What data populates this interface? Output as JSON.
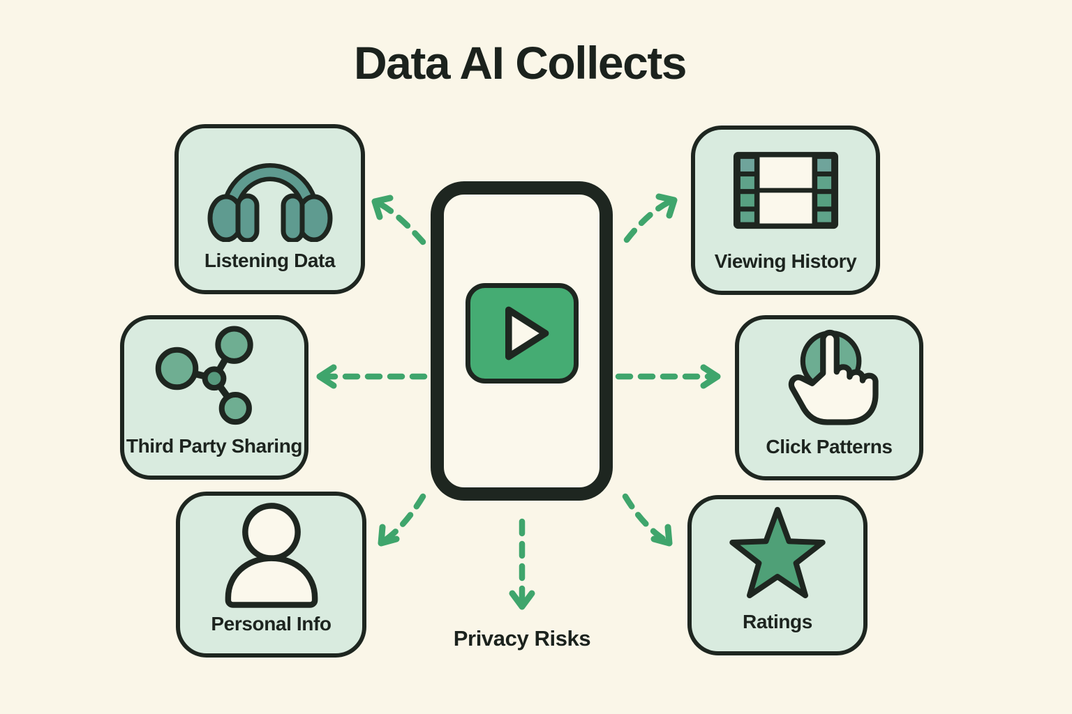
{
  "title": "Data AI Collects",
  "center": {
    "name": "media-app-phone",
    "icon": "play-button-icon"
  },
  "nodes": [
    {
      "label": "Listening Data",
      "icon": "headphones-icon"
    },
    {
      "label": "Viewing History",
      "icon": "film-strip-icon"
    },
    {
      "label": "Third Party Sharing",
      "icon": "share-network-icon"
    },
    {
      "label": "Click Patterns",
      "icon": "tap-gesture-icon"
    },
    {
      "label": "Personal Info",
      "icon": "person-icon"
    },
    {
      "label": "Ratings",
      "icon": "star-icon"
    }
  ],
  "outcome": {
    "label": "Privacy Risks"
  },
  "colors": {
    "background": "#FAF6E8",
    "card_fill": "#D9EBDF",
    "outline": "#1E2620",
    "arrow_green": "#3FA56C",
    "icon_teal": "#5F9B90",
    "node_green": "#6FAE92",
    "star_green": "#4FA077",
    "play_green": "#45AC73"
  }
}
